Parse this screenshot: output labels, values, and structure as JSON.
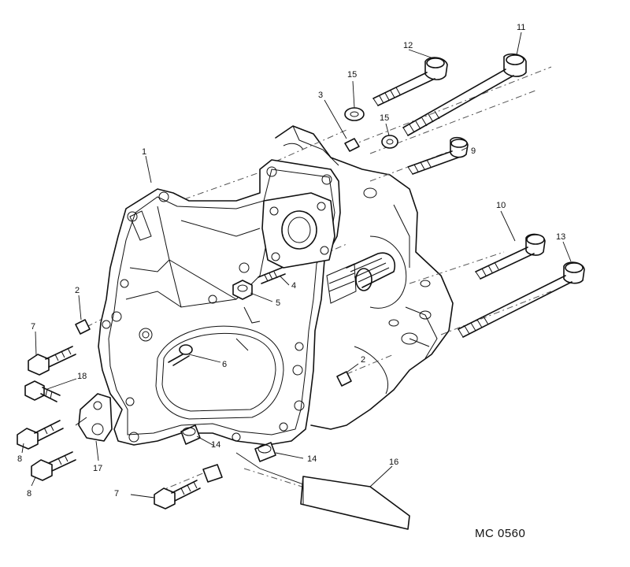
{
  "figure": {
    "reference_code": "MC 0560",
    "callouts": [
      {
        "id": "c1",
        "label": "1"
      },
      {
        "id": "c2",
        "label": "2"
      },
      {
        "id": "c2b",
        "label": "2"
      },
      {
        "id": "c3",
        "label": "3"
      },
      {
        "id": "c4",
        "label": "4"
      },
      {
        "id": "c5",
        "label": "5"
      },
      {
        "id": "c6",
        "label": "6"
      },
      {
        "id": "c7a",
        "label": "7"
      },
      {
        "id": "c7b",
        "label": "7"
      },
      {
        "id": "c8a",
        "label": "8"
      },
      {
        "id": "c8b",
        "label": "8"
      },
      {
        "id": "c9",
        "label": "9"
      },
      {
        "id": "c10",
        "label": "10"
      },
      {
        "id": "c11",
        "label": "11"
      },
      {
        "id": "c12",
        "label": "12"
      },
      {
        "id": "c13",
        "label": "13"
      },
      {
        "id": "c14a",
        "label": "14"
      },
      {
        "id": "c14b",
        "label": "14"
      },
      {
        "id": "c15a",
        "label": "15"
      },
      {
        "id": "c15b",
        "label": "15"
      },
      {
        "id": "c16",
        "label": "16"
      },
      {
        "id": "c17",
        "label": "17"
      },
      {
        "id": "c18",
        "label": "18"
      }
    ]
  }
}
